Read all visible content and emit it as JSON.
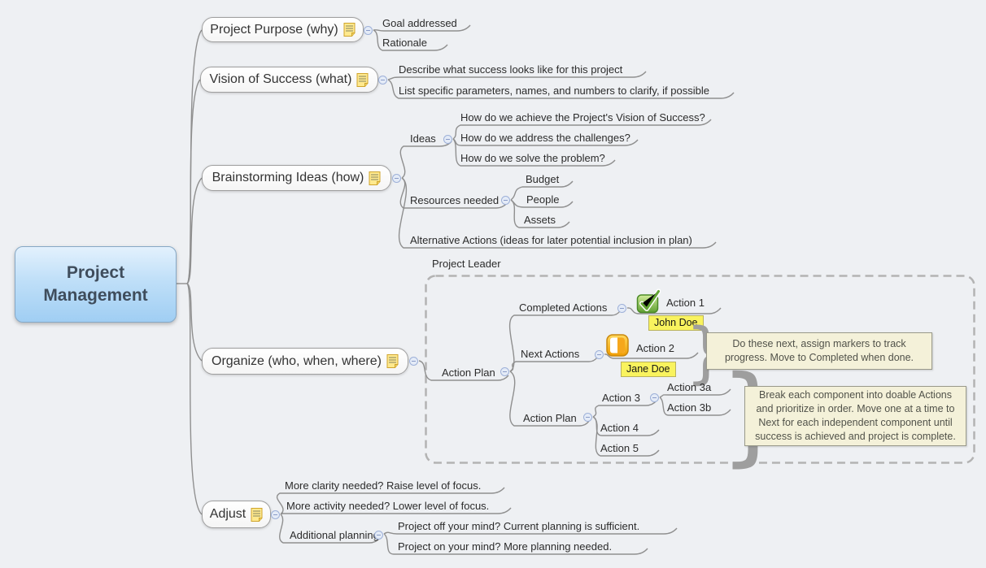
{
  "root": {
    "label": "Project Management"
  },
  "purpose": {
    "label": "Project Purpose (why)",
    "children": {
      "goal": "Goal addressed",
      "rationale": "Rationale"
    }
  },
  "vision": {
    "label": "Vision of Success (what)",
    "children": {
      "describe": "Describe what success looks like for this project",
      "list": "List specific parameters, names, and numbers to clarify, if possible"
    }
  },
  "brainstorm": {
    "label": "Brainstorming Ideas (how)",
    "ideas": {
      "label": "Ideas",
      "children": {
        "achieve": "How do we achieve the Project's Vision of Success?",
        "challenges": "How do we address the challenges?",
        "solve": "How do we solve the problem?"
      }
    },
    "resources": {
      "label": "Resources needed",
      "children": {
        "budget": "Budget",
        "people": "People",
        "assets": "Assets"
      }
    },
    "alternative": "Alternative Actions (ideas for later potential inclusion in plan)"
  },
  "organize": {
    "label": "Organize (who, when, where)",
    "boundary_label": "Project Leader",
    "action_plan": {
      "label": "Action Plan",
      "completed": {
        "label": "Completed Actions",
        "action1": "Action 1",
        "assignee": "John Doe"
      },
      "next": {
        "label": "Next Actions",
        "action2": "Action 2",
        "assignee": "Jane Doe",
        "note": "Do these next, assign markers to track progress. Move to Completed when done."
      },
      "plan": {
        "label": "Action Plan",
        "action3": "Action 3",
        "action3a": "Action 3a",
        "action3b": "Action 3b",
        "action4": "Action 4",
        "action5": "Action 5",
        "note": "Break each component into doable Actions and prioritize in order.  Move one at a time to Next for each independent component until success is achieved and project is complete."
      }
    }
  },
  "adjust": {
    "label": "Adjust",
    "children": {
      "clarity": "More clarity needed? Raise level of focus.",
      "activity": "More activity needed? Lower level of focus.",
      "planning": {
        "label": "Additional planning",
        "off": "Project off your mind?  Current planning is sufficient.",
        "on": "Project on your mind? More planning needed."
      }
    }
  },
  "colors": {
    "background": "#eef0f3",
    "root_fill": "#bfdff8",
    "root_text": "#3f4d5c",
    "branch_line": "#8f8f8f",
    "marker_done_green": "#5f9f33",
    "marker_half_orange": "#f6a71c",
    "assignee_label_yellow": "#f9f35e",
    "note_background": "#f4f1d9",
    "note_icon_yellow": "#ffe98e"
  }
}
